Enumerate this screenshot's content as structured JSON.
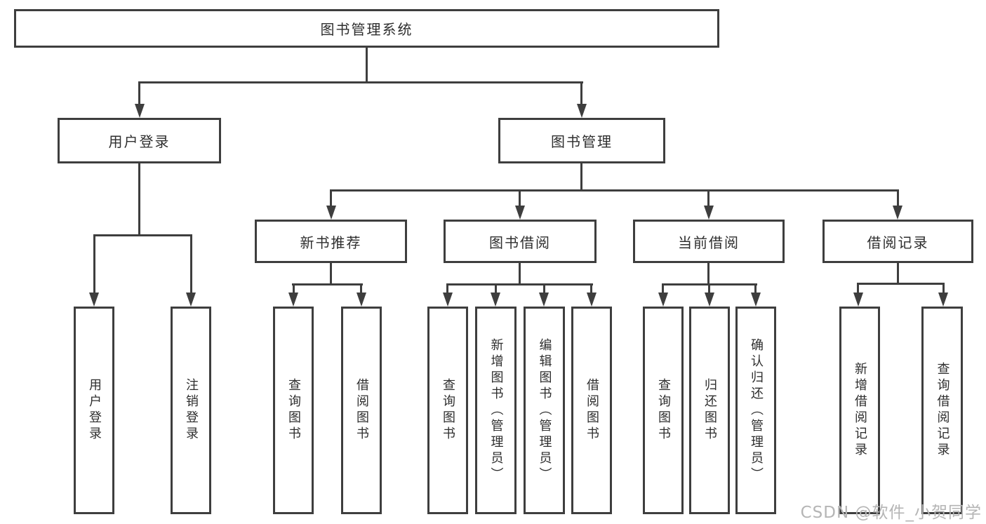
{
  "diagram": {
    "title": "图书管理系统",
    "children": [
      {
        "label": "用户登录",
        "children": [
          {
            "label": "用户登录"
          },
          {
            "label": "注销登录"
          }
        ]
      },
      {
        "label": "图书管理",
        "children": [
          {
            "label": "新书推荐",
            "children": [
              {
                "label": "查询图书"
              },
              {
                "label": "借阅图书"
              }
            ]
          },
          {
            "label": "图书借阅",
            "children": [
              {
                "label": "查询图书"
              },
              {
                "label": "新增图书（管理员）"
              },
              {
                "label": "编辑图书（管理员）"
              },
              {
                "label": "借阅图书"
              }
            ]
          },
          {
            "label": "当前借阅",
            "children": [
              {
                "label": "查询图书"
              },
              {
                "label": "归还图书"
              },
              {
                "label": "确认归还（管理员）"
              }
            ]
          },
          {
            "label": "借阅记录",
            "children": [
              {
                "label": "新增借阅记录"
              },
              {
                "label": "查询借阅记录"
              }
            ]
          }
        ]
      }
    ]
  },
  "colors": {
    "line": "#3e3e3e",
    "text": "#2e2e2e",
    "watermark": "#b5b5b5",
    "background": "#ffffff"
  },
  "watermark": {
    "text": "CSDN @软件_小贺同学"
  }
}
